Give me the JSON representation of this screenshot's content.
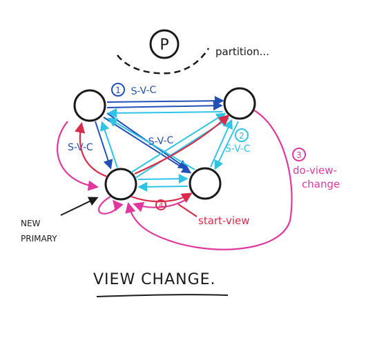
{
  "colors": {
    "ink": "#1a1a1a",
    "dark_blue": "#2050b8",
    "light_blue": "#2ec4e6",
    "red": "#d92b4a",
    "pink": "#e0389f"
  },
  "partition": {
    "circle_label": "P",
    "label": "partition..."
  },
  "steps": {
    "step1": "1",
    "step2": "2",
    "step3": "3",
    "step4": "4"
  },
  "messages": {
    "svc_top": "S-V-C",
    "svc_left": "S-V-C",
    "svc_middle": "S-V-C",
    "svc_right": "S-V-C",
    "do_view_change_line1": "do-view-",
    "do_view_change_line2": "change",
    "start_view": "start-view"
  },
  "new_primary": {
    "line1": "NEW",
    "line2": "PRIMARY"
  },
  "title": "VIEW CHANGE."
}
